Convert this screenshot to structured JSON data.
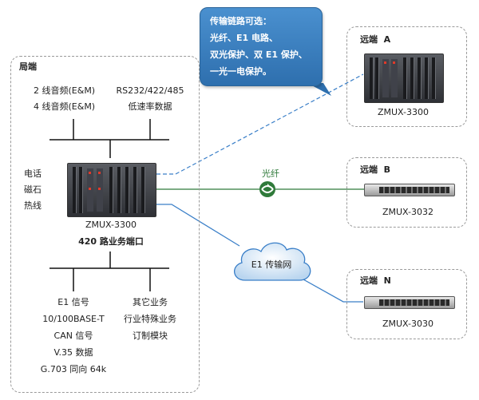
{
  "callout": {
    "lines": [
      "传输链路可选：",
      "光纤、E1 电路、",
      "双光保护、双 E1 保护、",
      "一光一电保护。"
    ],
    "color": "#3a80c3"
  },
  "local": {
    "title": "局端",
    "audio_lines": [
      "2 线音频(E&M)",
      "4 线音频(E&M)"
    ],
    "data_lines": [
      "RS232/422/485",
      "低速率数据"
    ],
    "left_labels": [
      "电话",
      "磁石",
      "热线"
    ],
    "device": "ZMUX-3300",
    "ports_caption": "420 路业务端口",
    "bottom_left": [
      "E1 信号",
      "10/100BASE-T",
      "CAN 信号",
      "V.35 数据",
      "G.703 同向 64k"
    ],
    "bottom_right": [
      "其它业务",
      "行业特殊业务",
      "订制模块"
    ]
  },
  "links": {
    "fiber_label": "光纤",
    "e1_network": "E1 传输网",
    "fiber_color": "#2f7a3a",
    "e1_color": "#3a7fc8",
    "dash_color": "#3a7fc8"
  },
  "remotes": [
    {
      "title": "远端",
      "letter": "A",
      "device": "ZMUX-3300"
    },
    {
      "title": "远端",
      "letter": "B",
      "device": "ZMUX-3032"
    },
    {
      "title": "远端",
      "letter": "N",
      "device": "ZMUX-3030"
    }
  ]
}
